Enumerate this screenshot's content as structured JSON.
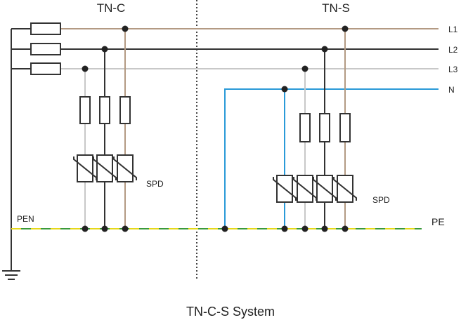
{
  "sections": {
    "left": "TN-C",
    "right": "TN-S"
  },
  "lines": {
    "l1": "L1",
    "l2": "L2",
    "l3": "L3",
    "n": "N",
    "pen": "PEN",
    "pe": "PE"
  },
  "spd": {
    "left": "SPD",
    "right": "SPD"
  },
  "caption": "TN-C-S System",
  "colors": {
    "l1": "#b39a83",
    "l2": "#333333",
    "l3": "#c8c8c8",
    "n": "#2a9ad8",
    "earth_green": "#3a9a3a",
    "earth_yellow": "#e6d81a",
    "ground": "#333333"
  }
}
